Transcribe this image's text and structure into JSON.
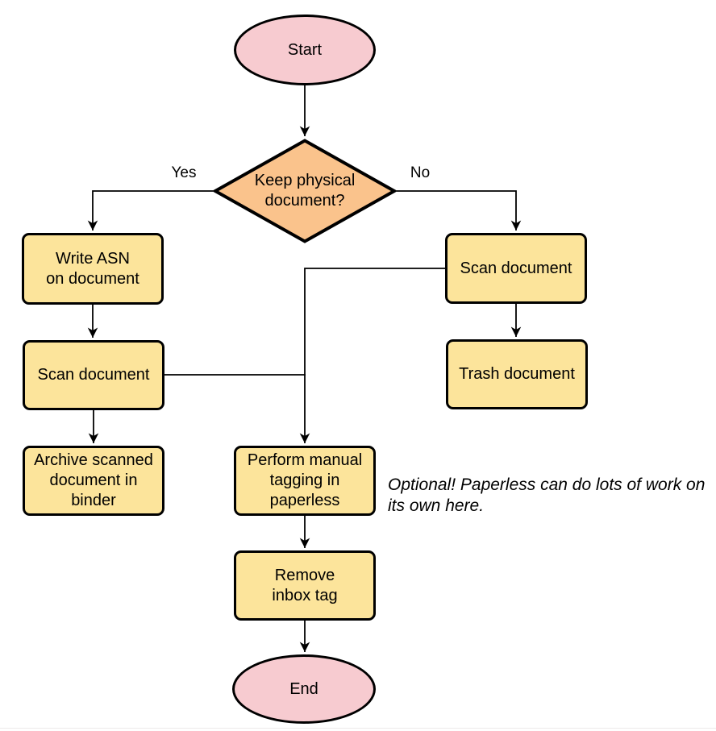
{
  "colors": {
    "canvas-bg": "#ffffff",
    "terminal-fill": "#f7cbd0",
    "decision-fill": "#fac38c",
    "process-fill": "#fce49b",
    "stroke": "#000000",
    "footer-line": "#ece9ea"
  },
  "nodes": {
    "start": {
      "type": "terminal",
      "label": "Start"
    },
    "decision": {
      "type": "decision",
      "label": "Keep physical\ndocument?"
    },
    "write_asn": {
      "type": "process",
      "label": "Write ASN\non document"
    },
    "scan_left": {
      "type": "process",
      "label": "Scan document"
    },
    "archive": {
      "type": "process",
      "label": "Archive scanned\ndocument in\nbinder"
    },
    "scan_right": {
      "type": "process",
      "label": "Scan document"
    },
    "trash": {
      "type": "process",
      "label": "Trash document"
    },
    "tagging": {
      "type": "process",
      "label": "Perform manual\ntagging in\npaperless"
    },
    "remove_inbox": {
      "type": "process",
      "label": "Remove\ninbox tag"
    },
    "end": {
      "type": "terminal",
      "label": "End"
    }
  },
  "edge_labels": {
    "yes": "Yes",
    "no": "No"
  },
  "edges": [
    {
      "from": "start",
      "to": "decision",
      "label": ""
    },
    {
      "from": "decision",
      "to": "write_asn",
      "label": "Yes"
    },
    {
      "from": "decision",
      "to": "scan_right",
      "label": "No"
    },
    {
      "from": "write_asn",
      "to": "scan_left",
      "label": ""
    },
    {
      "from": "scan_left",
      "to": "archive",
      "label": ""
    },
    {
      "from": "scan_left",
      "to": "tagging",
      "label": ""
    },
    {
      "from": "scan_right",
      "to": "trash",
      "label": ""
    },
    {
      "from": "scan_right",
      "to": "tagging",
      "label": ""
    },
    {
      "from": "tagging",
      "to": "remove_inbox",
      "label": ""
    },
    {
      "from": "remove_inbox",
      "to": "end",
      "label": ""
    }
  ],
  "note": {
    "text": "Optional! Paperless can do lots of work on\nits own here."
  }
}
